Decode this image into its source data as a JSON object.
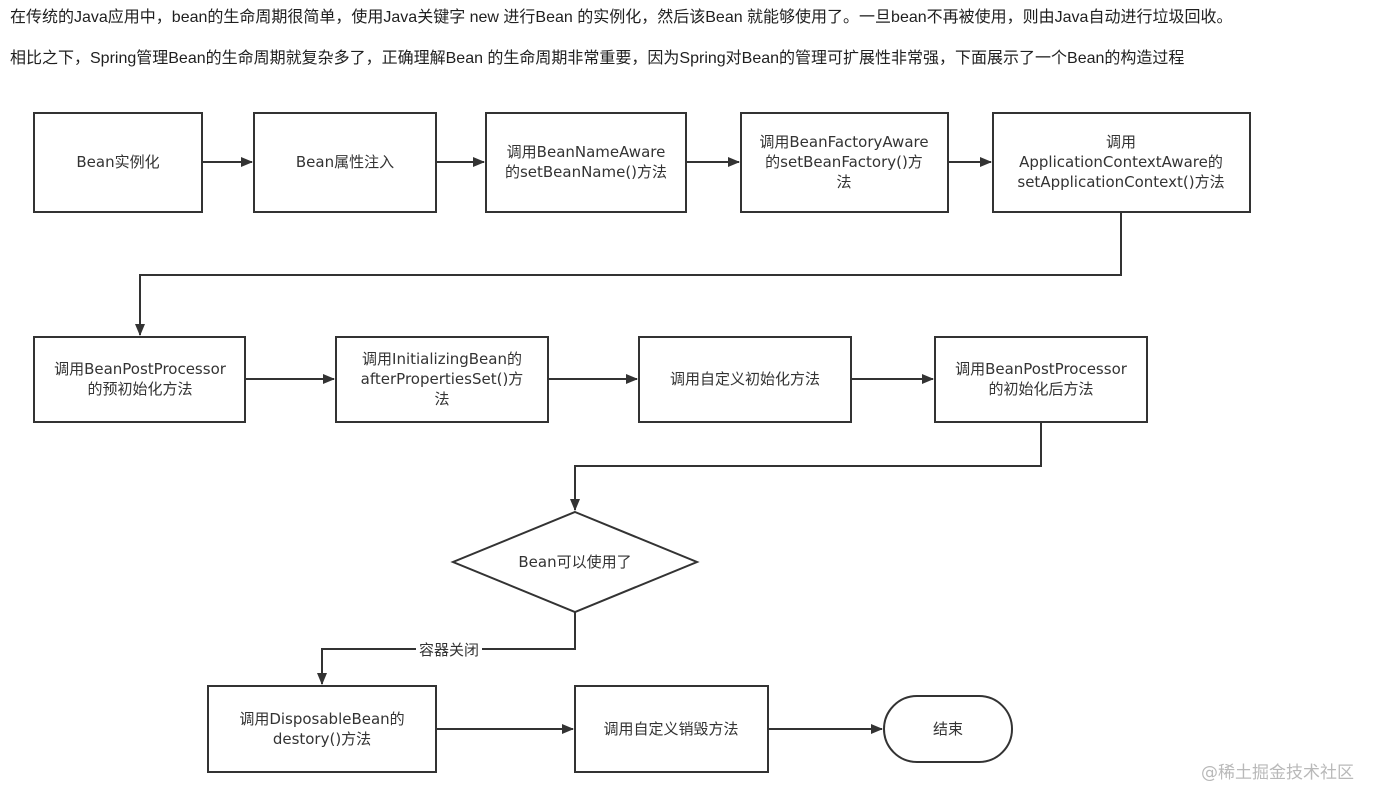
{
  "text": {
    "para1": "在传统的Java应用中，bean的生命周期很简单，使用Java关键字 new 进行Bean 的实例化，然后该Bean 就能够使用了。一旦bean不再被使用，则由Java自动进行垃圾回收。",
    "para2": "相比之下，Spring管理Bean的生命周期就复杂多了，正确理解Bean 的生命周期非常重要，因为Spring对Bean的管理可扩展性非常强，下面展示了一个Bean的构造过程"
  },
  "diagram": {
    "nodes": {
      "n1": [
        "Bean实例化"
      ],
      "n2": [
        "Bean属性注入"
      ],
      "n3": [
        "调用BeanNameAware",
        "的setBeanName()方法"
      ],
      "n4": [
        "调用BeanFactoryAware",
        "的setBeanFactory()方",
        "法"
      ],
      "n5": [
        "调用",
        "ApplicationContextAware的",
        "setApplicationContext()方法"
      ],
      "n6": [
        "调用BeanPostProcessor",
        "的预初始化方法"
      ],
      "n7": [
        "调用InitializingBean的",
        "afterPropertiesSet()方",
        "法"
      ],
      "n8": [
        "调用自定义初始化方法"
      ],
      "n9": [
        "调用BeanPostProcessor",
        "的初始化后方法"
      ],
      "decision": [
        "Bean可以使用了"
      ],
      "n10": [
        "调用DisposableBean的",
        "destory()方法"
      ],
      "n11": [
        "调用自定义销毁方法"
      ],
      "end": [
        "结束"
      ]
    },
    "edge_label_close": "容器关闭"
  },
  "watermark": "@稀土掘金技术社区"
}
